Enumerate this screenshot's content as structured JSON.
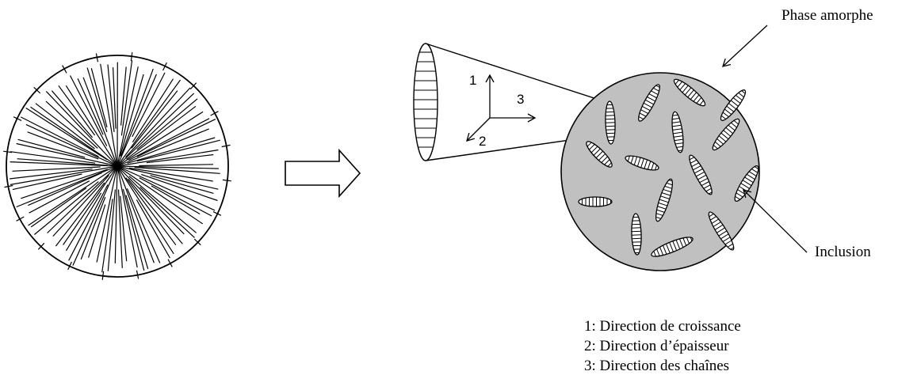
{
  "labels": {
    "phase_amorphe": "Phase amorphe",
    "inclusion": "Inclusion"
  },
  "axes": {
    "axis_1": "1",
    "axis_2": "2",
    "axis_3": "3"
  },
  "legend": [
    "1: Direction de croissance",
    "2: Direction d’épaisseur",
    "3: Direction des chaînes"
  ],
  "colors": {
    "stroke": "#000000",
    "amorphous_fill": "#c0c0c0",
    "inclusion_fill": "#ffffff",
    "background": "#ffffff"
  },
  "icons": {
    "transition_arrow": "hollow-right-arrow"
  }
}
